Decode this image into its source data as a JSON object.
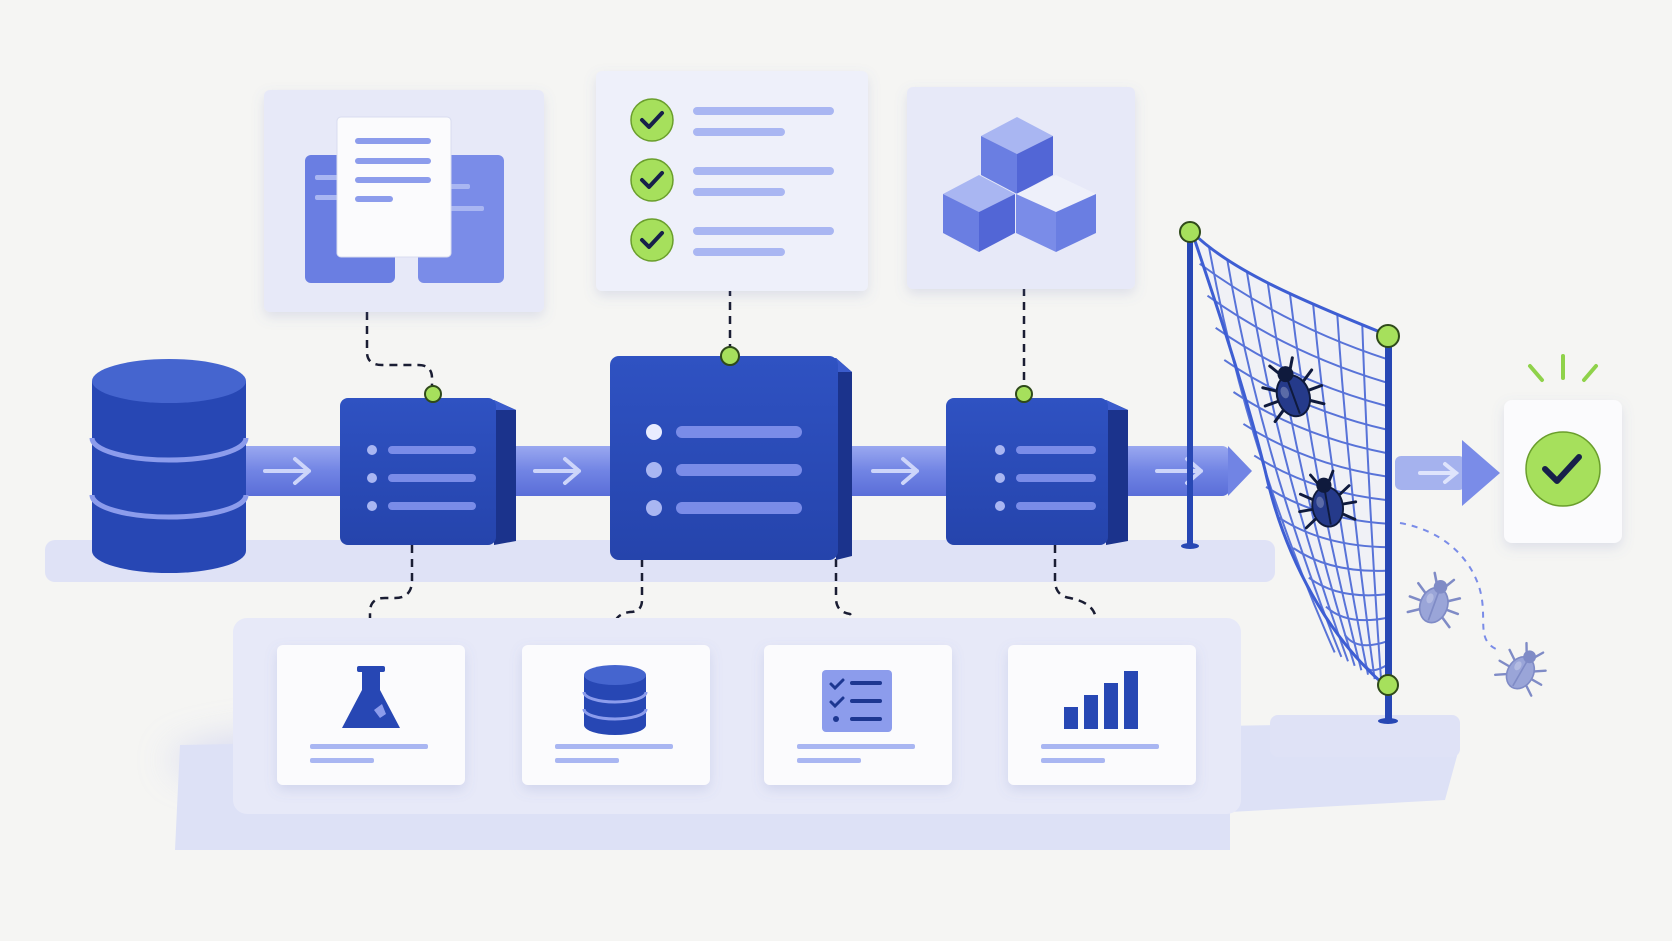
{
  "colors": {
    "background": "#f5f5f3",
    "primary_blue": "#2747b4",
    "primary_blue_dark": "#1d3791",
    "medium_blue": "#5a70dd",
    "light_blue": "#8c9cec",
    "pale_panel": "#e7e9f8",
    "platform": "#dfe2f6",
    "card_white": "#fbfbfd",
    "accent_green": "#a6e05c",
    "green_outline": "#6a9e2c",
    "check_ink": "#17204a"
  },
  "icons": {
    "database": "database-icon",
    "documents": "documents-icon",
    "checklist": "checklist-icon",
    "cubes": "cubes-icon",
    "flask": "flask-icon",
    "database_small": "database-small-icon",
    "task_list": "task-list-icon",
    "bar_chart": "bar-chart-icon",
    "bug": "bug-icon",
    "net": "net-icon",
    "check": "check-icon",
    "arrow": "arrow-right-icon"
  },
  "pipeline": {
    "stages": [
      "stage-1",
      "stage-2",
      "stage-3"
    ],
    "top_panels": [
      "documents",
      "checklist",
      "cubes"
    ],
    "bottom_cards": [
      "flask",
      "database_small",
      "task_list",
      "bar_chart"
    ],
    "checklist_items": 3,
    "bugs_caught": 2,
    "bugs_escaping": 2
  }
}
